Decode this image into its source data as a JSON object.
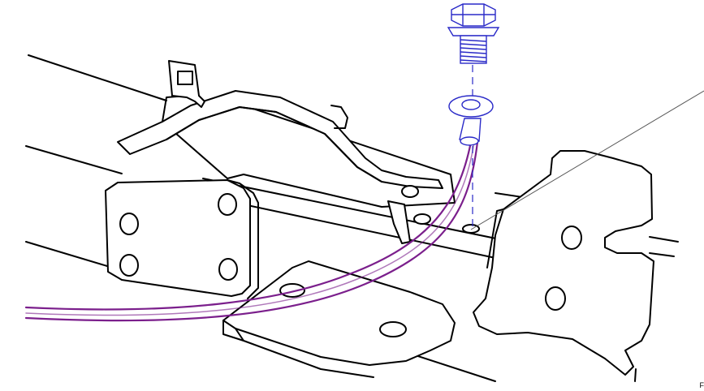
{
  "figure": {
    "code": "F",
    "colors": {
      "outline": "#000000",
      "cable": "#7b1f8c",
      "fastener": "#2a2ac8",
      "background": "#ffffff"
    },
    "parts": [
      "frame-rails",
      "bracket-plate",
      "support-strap",
      "mounting-plate",
      "right-bracket",
      "ground-cable",
      "ring-terminal",
      "flange-bolt"
    ]
  }
}
